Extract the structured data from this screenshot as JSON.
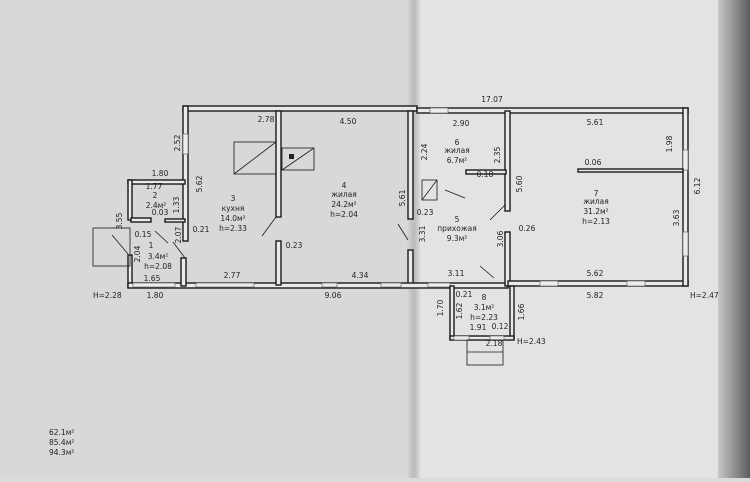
{
  "plan": {
    "overall_length": "17.07",
    "rooms": [
      {
        "num": "1",
        "name": "",
        "area": "3.4м²",
        "height": "h=2.08"
      },
      {
        "num": "2",
        "name": "",
        "area": "2.4м²",
        "height": ""
      },
      {
        "num": "3",
        "name": "кухня",
        "area": "14.0м²",
        "height": "h=2.33"
      },
      {
        "num": "4",
        "name": "жилая",
        "area": "24.2м²",
        "height": "h=2.04"
      },
      {
        "num": "5",
        "name": "прихожая",
        "area": "9.3м²",
        "height": ""
      },
      {
        "num": "6",
        "name": "жилая",
        "area": "6.7м²",
        "height": ""
      },
      {
        "num": "7",
        "name": "жилая",
        "area": "31.2м²",
        "height": "h=2.13"
      },
      {
        "num": "8",
        "name": "",
        "area": "3.1м²",
        "height": "h=2.23"
      }
    ],
    "dims": [
      "2.78",
      "4.50",
      "2.52",
      "5.62",
      "1.80",
      "1.77",
      "1.33",
      "0.03",
      "3.55",
      "0.15",
      "2.07",
      "0.21",
      "2.04",
      "1.65",
      "1.80",
      "2.77",
      "0.23",
      "4.34",
      "9.06",
      "5.61",
      "2.90",
      "2.24",
      "2.35",
      "0.18",
      "0.23",
      "3.31",
      "5.60",
      "0.06",
      "5.61",
      "1.98",
      "6.12",
      "3.63",
      "0.26",
      "3.06",
      "3.11",
      "5.62",
      "5.82",
      "0.21",
      "1.70",
      "1.62",
      "1.66",
      "1.91",
      "0.12",
      "2.18"
    ],
    "heights": [
      "H=2.28",
      "H=2.47",
      "H=2.43"
    ]
  },
  "totals": [
    "62.1м²",
    "85.4м²",
    "94.3м²"
  ]
}
